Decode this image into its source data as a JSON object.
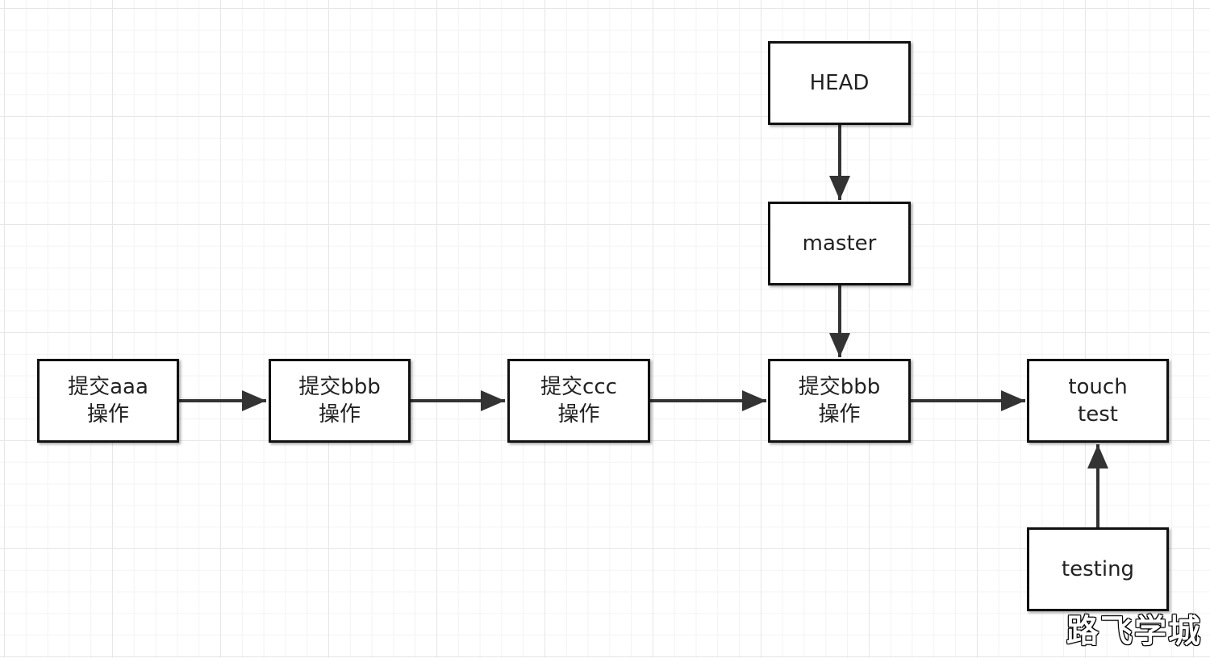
{
  "nodes": {
    "commit_aaa": {
      "line1": "提交aaa",
      "line2": "操作"
    },
    "commit_bbb_1": {
      "line1": "提交bbb",
      "line2": "操作"
    },
    "commit_ccc": {
      "line1": "提交ccc",
      "line2": "操作"
    },
    "commit_bbb_2": {
      "line1": "提交bbb",
      "line2": "操作"
    },
    "commit_touch": {
      "line1": "touch",
      "line2": "test"
    },
    "head": {
      "label": "HEAD"
    },
    "master": {
      "label": "master"
    },
    "testing": {
      "label": "testing"
    }
  },
  "watermark": "路飞学城"
}
